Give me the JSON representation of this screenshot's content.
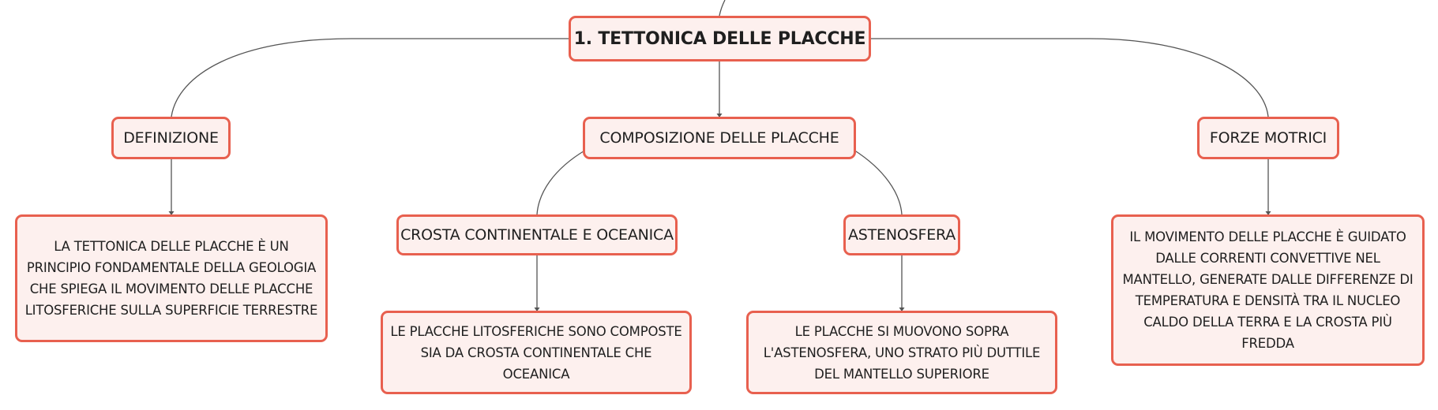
{
  "nodes": {
    "root": "1. TETTONICA DELLE PLACCHE",
    "definizione": "DEFINIZIONE",
    "composizione": "COMPOSIZIONE DELLE PLACCHE",
    "forze": "FORZE MOTRICI",
    "crosta": "CROSTA CONTINENTALE E OCEANICA",
    "astenosfera": "ASTENOSFERA",
    "definizione_text": "LA TETTONICA DELLE PLACCHE È UN PRINCIPIO FONDAMENTALE DELLA GEOLOGIA CHE SPIEGA IL MOVIMENTO DELLE PLACCHE LITOSFERICHE SULLA SUPERFICIE TERRESTRE",
    "crosta_text": "LE PLACCHE LITOSFERICHE SONO COMPOSTE SIA DA CROSTA CONTINENTALE CHE OCEANICA",
    "astenosfera_text": "LE PLACCHE SI MUOVONO SOPRA L'ASTENOSFERA, UNO STRATO PIÙ DUTTILE DEL MANTELLO SUPERIORE",
    "forze_text": "IL MOVIMENTO DELLE PLACCHE È GUIDATO DALLE CORRENTI CONVETTIVE NEL MANTELLO, GENERATE DALLE DIFFERENZE DI TEMPERATURA E DENSITÀ TRA IL NUCLEO CALDO DELLA TERRA E LA CROSTA PIÙ FREDDA"
  },
  "colors": {
    "node_border": "#e8604f",
    "node_fill": "#fdf0ee",
    "connector": "#555555"
  }
}
